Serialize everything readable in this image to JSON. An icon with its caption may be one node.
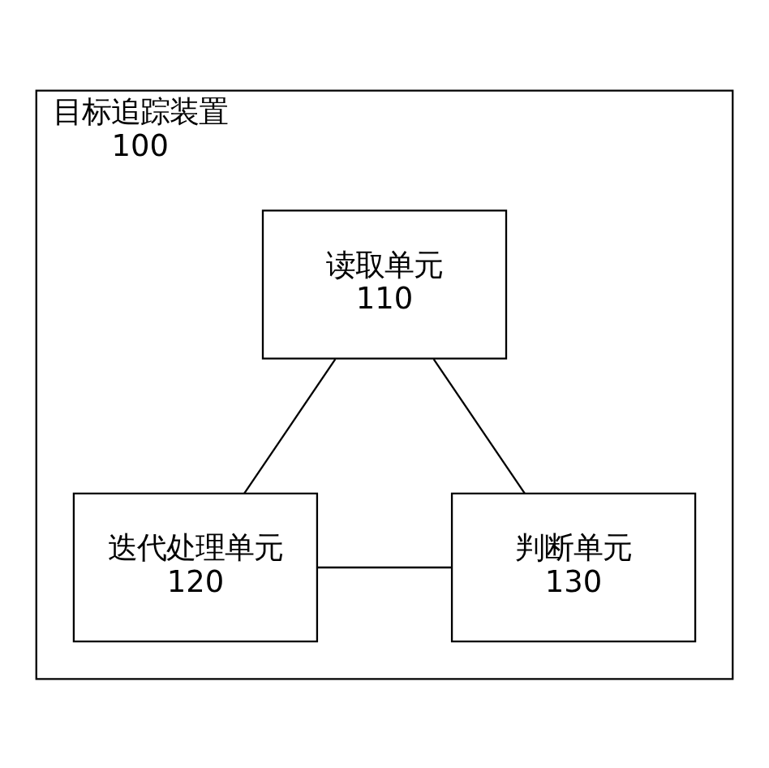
{
  "diagram": {
    "nodes": [
      {
        "text": [
          "目标追踪装置",
          "100"
        ]
      },
      {
        "text": [
          "读取单元",
          "110"
        ],
        "in": 0
      },
      {
        "text": [
          "迭代处理单元",
          "120"
        ],
        "in": 0
      },
      {
        "text": [
          "判断单元",
          "130"
        ],
        "in": 0
      }
    ],
    "edges": [
      {
        "from": 1,
        "to": 2,
        "arrow": "none"
      },
      {
        "from": 1,
        "to": 3,
        "arrow": "none"
      },
      {
        "from": 2,
        "to": 3,
        "arrow": "none"
      }
    ]
  }
}
